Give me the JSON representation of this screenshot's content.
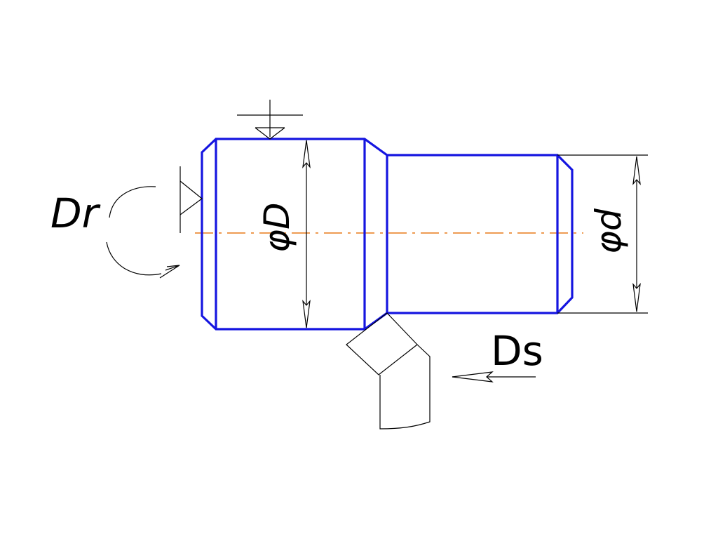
{
  "labels": {
    "rotation_motion": "Dr",
    "feed_motion": "Ds",
    "large_diameter": "φD",
    "small_diameter": "φd"
  },
  "colors": {
    "part_outline": "#1515e0",
    "center_line": "#e87a1a",
    "dimension_lines": "#000000",
    "background": "#ffffff"
  }
}
